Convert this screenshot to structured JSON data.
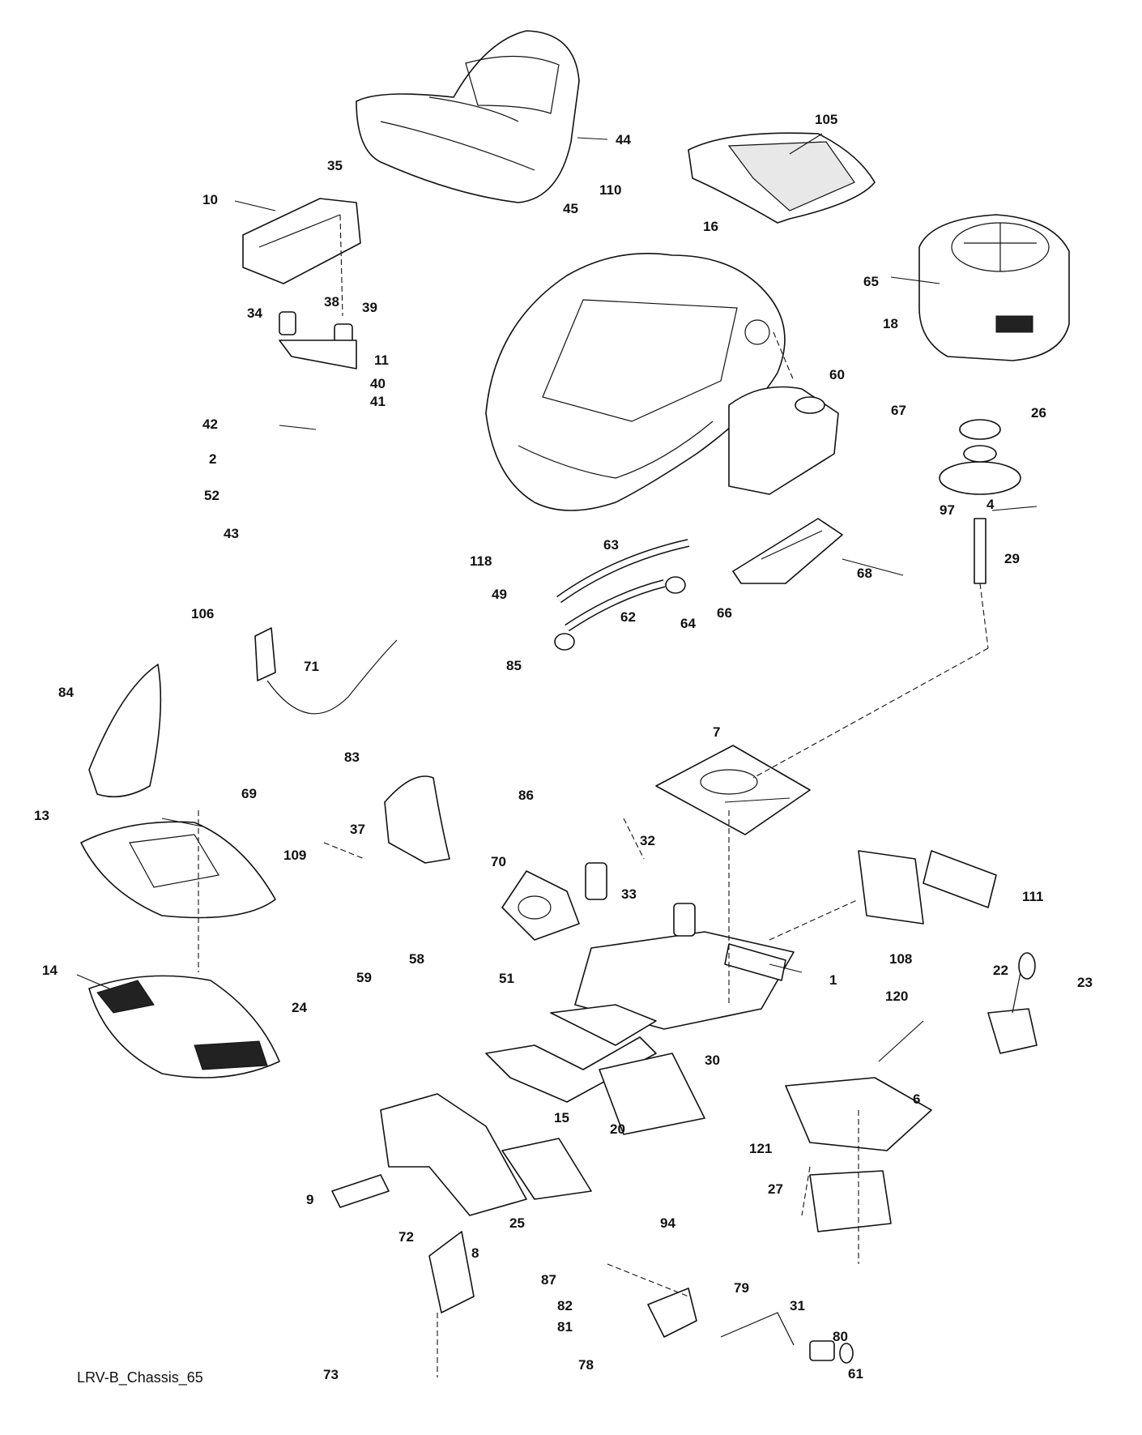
{
  "diagram": {
    "caption": "LRV-B_Chassis_65",
    "labels": [
      "1",
      "2",
      "4",
      "6",
      "7",
      "8",
      "9",
      "10",
      "11",
      "13",
      "14",
      "15",
      "16",
      "18",
      "20",
      "22",
      "23",
      "24",
      "25",
      "26",
      "27",
      "29",
      "30",
      "31",
      "32",
      "33",
      "34",
      "35",
      "37",
      "38",
      "39",
      "40",
      "41",
      "42",
      "43",
      "44",
      "45",
      "49",
      "51",
      "52",
      "58",
      "59",
      "60",
      "61",
      "62",
      "63",
      "64",
      "65",
      "66",
      "67",
      "68",
      "69",
      "70",
      "71",
      "72",
      "73",
      "78",
      "79",
      "80",
      "81",
      "82",
      "83",
      "84",
      "85",
      "86",
      "87",
      "94",
      "97",
      "105",
      "106",
      "108",
      "109",
      "110",
      "111",
      "118",
      "120",
      "121"
    ]
  }
}
